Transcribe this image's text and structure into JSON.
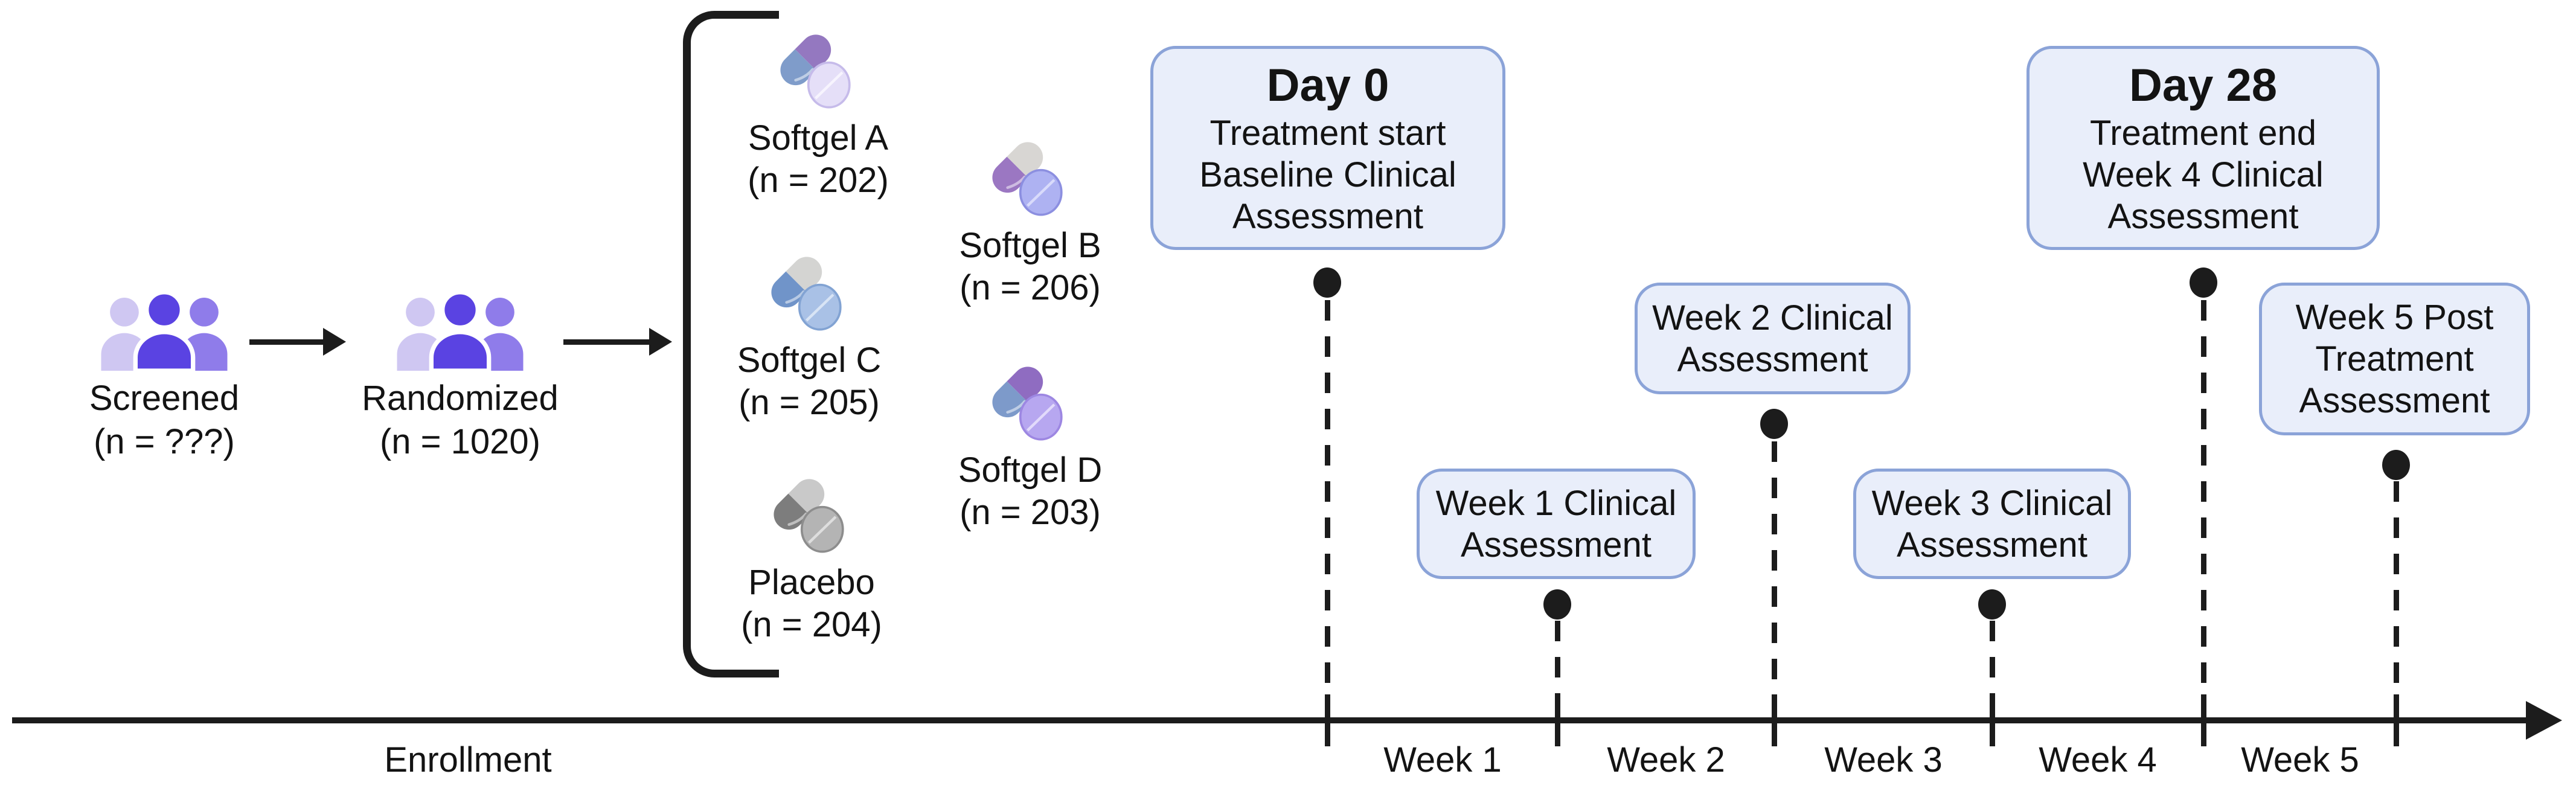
{
  "enrollment_flow": {
    "screened": {
      "label": "Screened",
      "n": "(n = ???)"
    },
    "randomized": {
      "label": "Randomized",
      "n": "(n = 1020)"
    }
  },
  "people_icon_colors": {
    "back_left": "#cfc7f2",
    "front": "#5a43e2",
    "back_right": "#8f7cea"
  },
  "arms": [
    {
      "label": "Softgel A",
      "n": "(n = 202)",
      "capsule_lower": "#7f9cca",
      "capsule_upper": "#9478c0",
      "tablet": "#e5dff8",
      "tablet_border": "#c6bbea",
      "score_line": "#f7f4fe"
    },
    {
      "label": "Softgel B",
      "n": "(n = 206)",
      "capsule_lower": "#9b77c2",
      "capsule_upper": "#d8d6d3",
      "tablet": "#aeb2f2",
      "tablet_border": "#8c8fe0",
      "score_line": "#d9dbfb"
    },
    {
      "label": "Softgel C",
      "n": "(n = 205)",
      "capsule_lower": "#7094c9",
      "capsule_upper": "#d4d4d2",
      "tablet": "#a9c1e6",
      "tablet_border": "#82a3d3",
      "score_line": "#d8e4f5"
    },
    {
      "label": "Softgel D",
      "n": "(n = 203)",
      "capsule_lower": "#7d9aca",
      "capsule_upper": "#8f6cc1",
      "tablet": "#b7a7f0",
      "tablet_border": "#9d87e2",
      "score_line": "#e2dafb"
    },
    {
      "label": "Placebo",
      "n": "(n = 204)",
      "capsule_lower": "#7d7d7d",
      "capsule_upper": "#c9c9c9",
      "tablet": "#b4b4b4",
      "tablet_border": "#8d8d8d",
      "score_line": "#dedede"
    }
  ],
  "timeline": {
    "events": [
      {
        "title": "Day 0",
        "lines": [
          "Treatment start",
          "Baseline Clinical",
          "Assessment"
        ]
      },
      {
        "lines": [
          "Week 1 Clinical",
          "Assessment"
        ]
      },
      {
        "lines": [
          "Week 2 Clinical",
          "Assessment"
        ]
      },
      {
        "lines": [
          "Week 3 Clinical",
          "Assessment"
        ]
      },
      {
        "title": "Day 28",
        "lines": [
          "Treatment end",
          "Week 4 Clinical",
          "Assessment"
        ]
      },
      {
        "lines": [
          "Week 5 Post",
          "Treatment",
          "Assessment"
        ]
      }
    ],
    "axis_labels": {
      "enrollment": "Enrollment",
      "weeks": [
        "Week 1",
        "Week 2",
        "Week 3",
        "Week 4",
        "Week 5"
      ]
    }
  },
  "colors": {
    "event_box_fill": "#e9eefa",
    "event_box_border": "#8ba3d8",
    "line_color": "#1c1c1c",
    "text_color": "#131313"
  }
}
